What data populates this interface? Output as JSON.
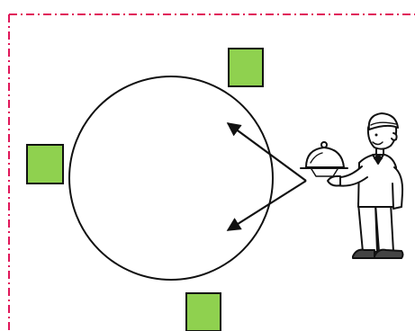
{
  "colors": {
    "border": "#e0175a",
    "table_outline": "#111111",
    "chair_fill": "#8fd14f",
    "chair_outline": "#111111",
    "arrow": "#111111",
    "waiter_outline": "#111111",
    "waiter_shoe": "#444444"
  },
  "diagram": {
    "chairs": [
      {
        "id": "top-right"
      },
      {
        "id": "left"
      },
      {
        "id": "bottom"
      }
    ],
    "arrows": [
      {
        "id": "upper"
      },
      {
        "id": "lower"
      }
    ],
    "waiter": {
      "icon": "waiter-serving-cloche-icon"
    }
  }
}
